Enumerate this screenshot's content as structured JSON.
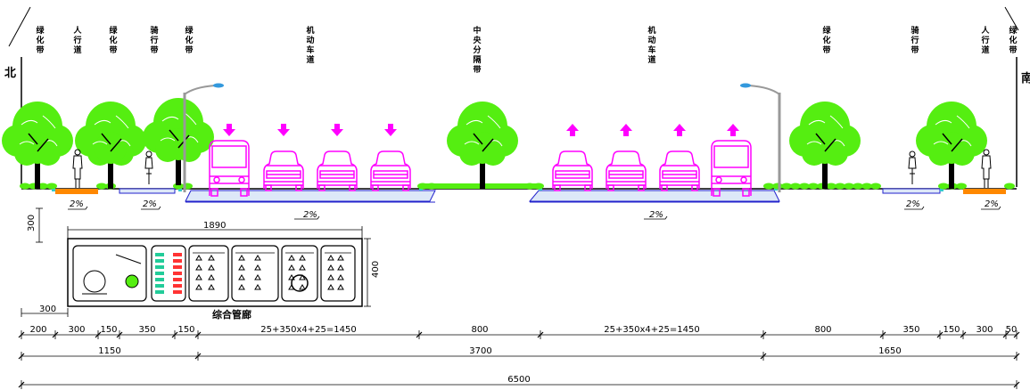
{
  "directions": {
    "north": "北",
    "south": "南"
  },
  "zone_labels": [
    "绿化带",
    "人行道",
    "绿化带",
    "骑行带",
    "绿化带",
    "机动车道",
    "中央分隔带",
    "机动车道",
    "绿化带",
    "骑行带",
    "人行道",
    "绿化带"
  ],
  "slopes": [
    "2%",
    "2%",
    "2%",
    "2%",
    "2%",
    "2%"
  ],
  "depth_label": "300",
  "corridor": {
    "title": "综合管廊",
    "width_label": "1890",
    "height_label": "400",
    "offset_label": "300"
  },
  "dims_row1": [
    "200",
    "300",
    "150",
    "350",
    "150",
    "25+350x4+25=1450",
    "800",
    "25+350x4+25=1450",
    "800",
    "350",
    "150",
    "300",
    "50"
  ],
  "dims_row2": [
    "1150",
    "3700",
    "1650"
  ],
  "dims_row3": [
    "6500"
  ],
  "colors": {
    "tree": "#55ee11",
    "vehicle": "#ff00ff",
    "road_fill": "#dde8f8",
    "road_edge": "#2222cc",
    "sidewalk": "#ff8800",
    "cyan": "#33cccc"
  }
}
